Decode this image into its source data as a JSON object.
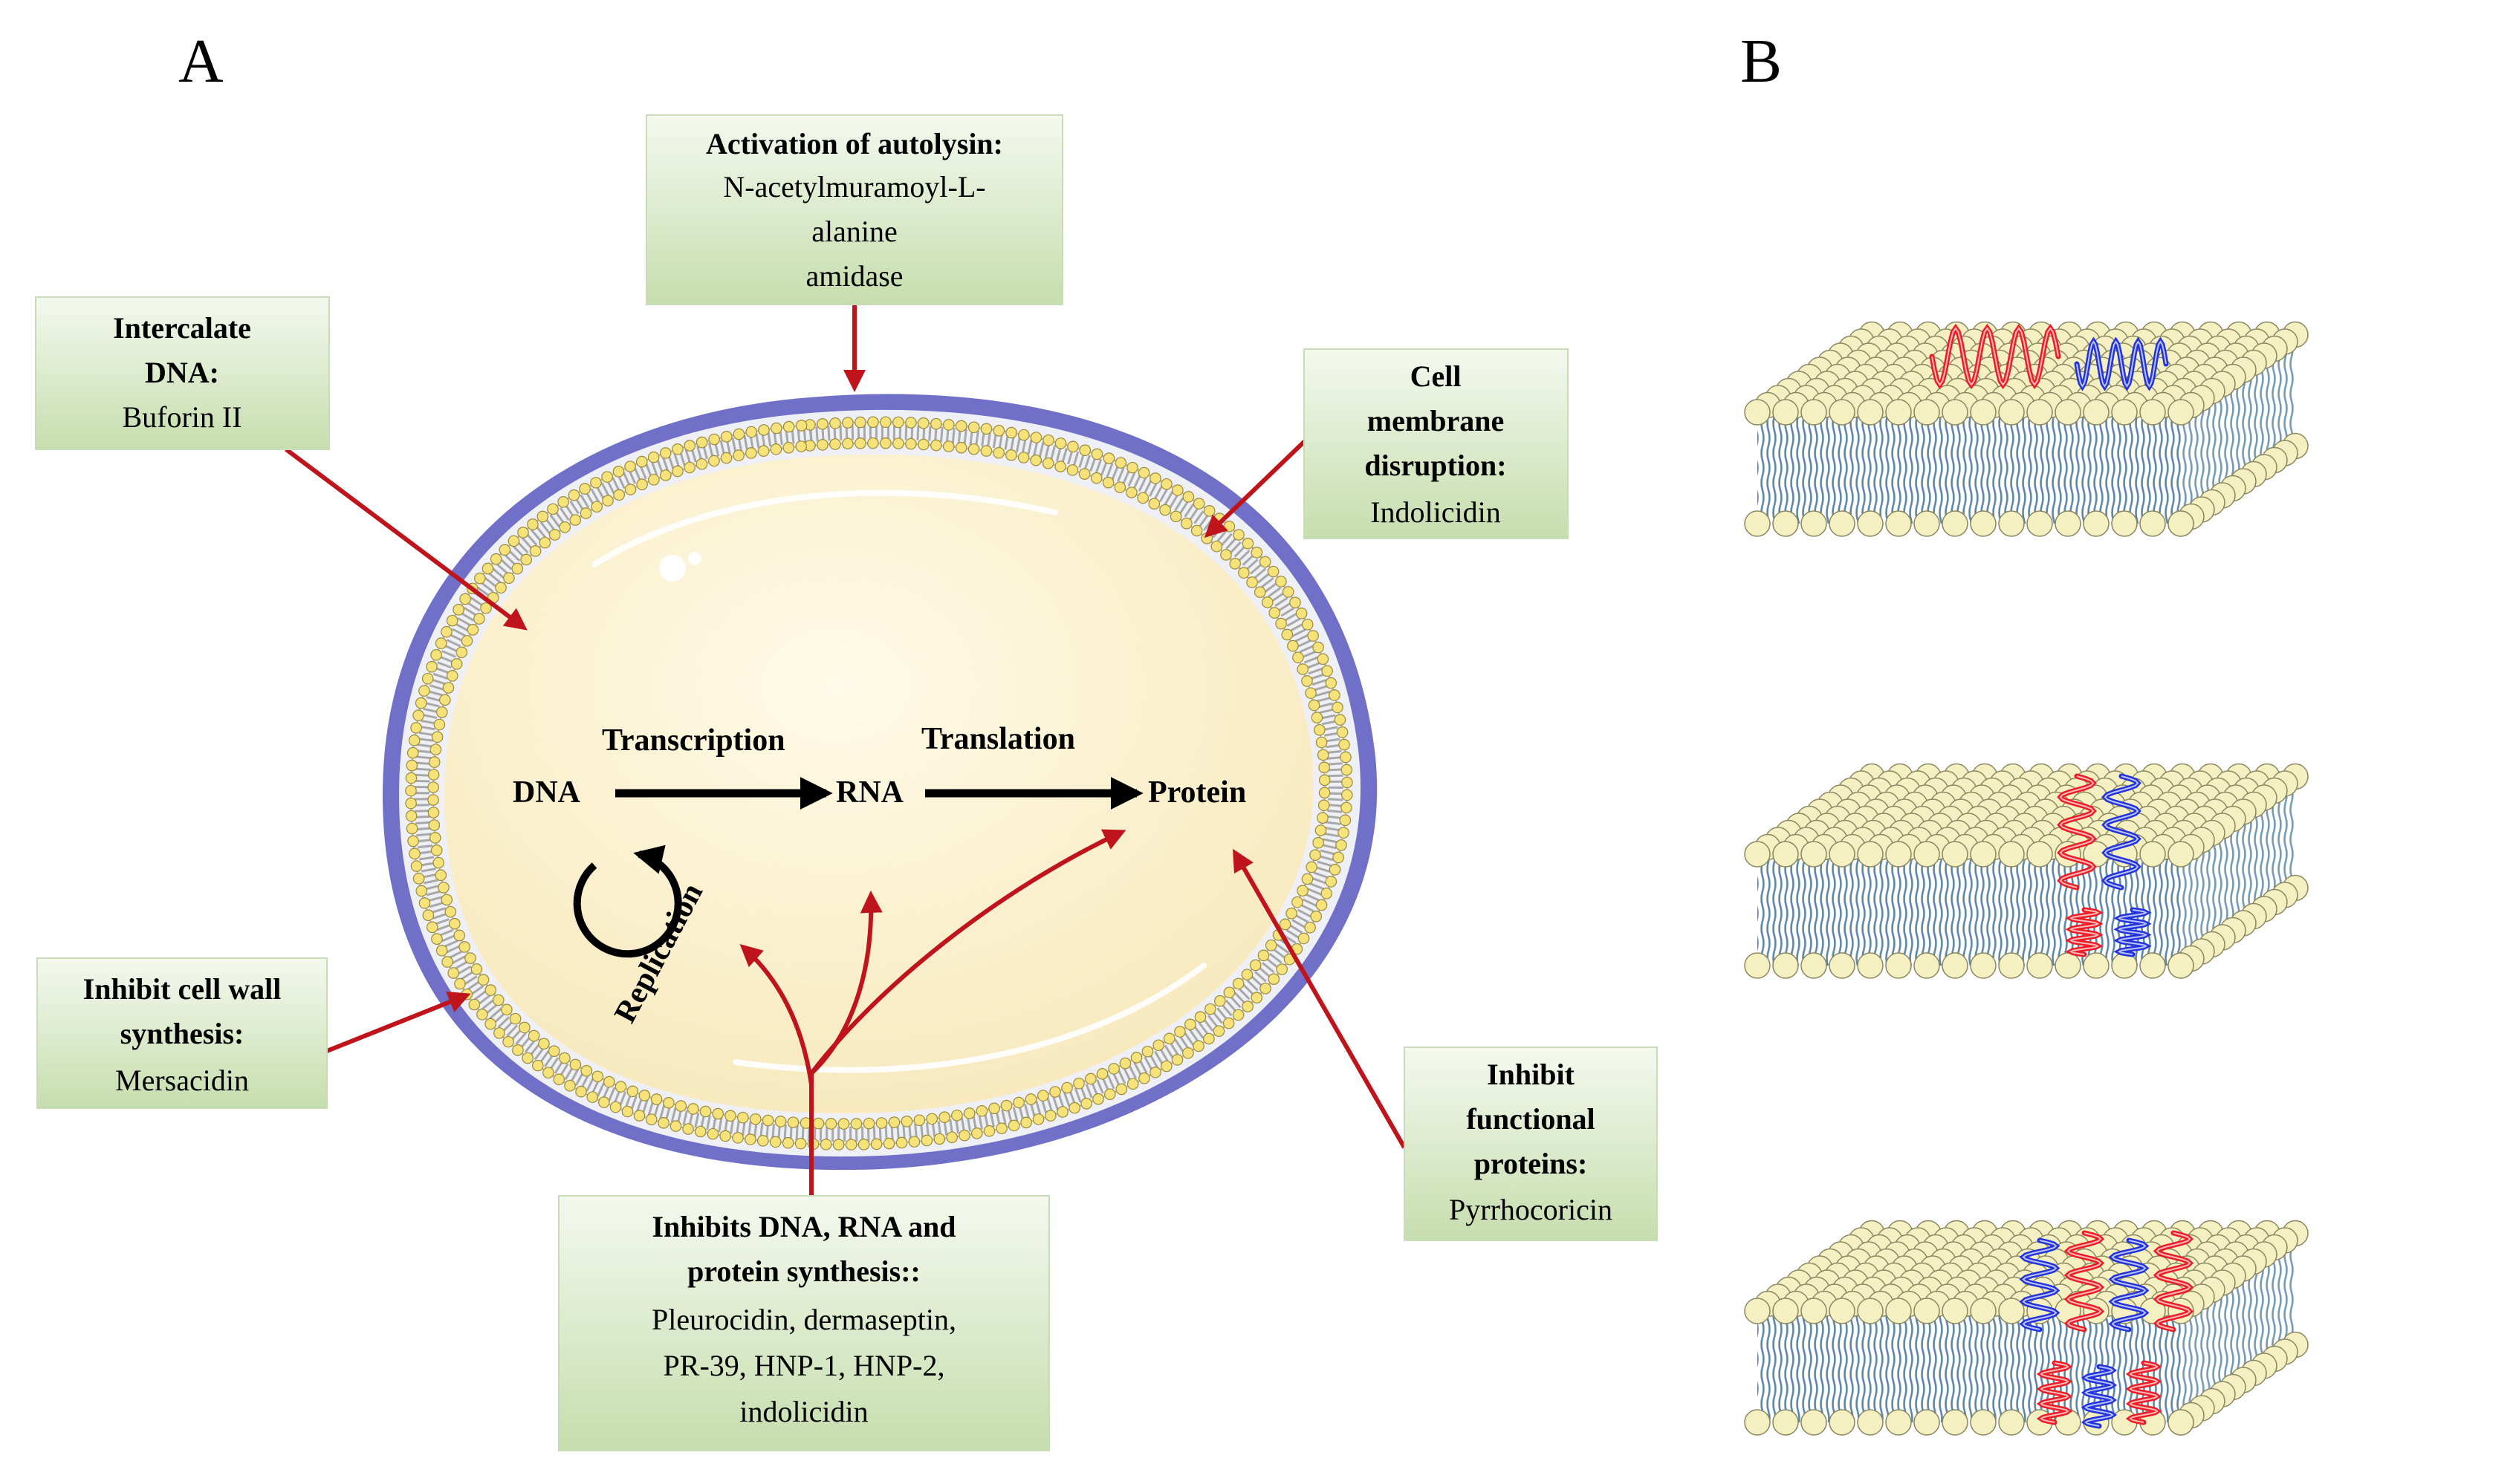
{
  "panels": {
    "a_label": "A",
    "b_label": "B"
  },
  "colors": {
    "membrane": "#7070c8",
    "cytoplasm": "#fbf1cf",
    "lipid_head": "#f6e27a",
    "arrow_red": "#c0141c",
    "box_fill_top": "#f4f8ee",
    "box_fill_bottom": "#c6deae",
    "bilayer_head": "#f4f0c2",
    "bilayer_tail": "#5c88a8",
    "peptide_red": "#ee1c24",
    "peptide_blue": "#2233dd"
  },
  "boxes": {
    "autolysin": {
      "title": "Activation of autolysin:",
      "lines": [
        "N-acetylmuramoyl-L-",
        "alanine",
        "amidase"
      ]
    },
    "intercalate": {
      "title_lines": [
        "Intercalate",
        "DNA:"
      ],
      "body": "Buforin II"
    },
    "membrane": {
      "title_lines": [
        "Cell",
        "membrane",
        "disruption:"
      ],
      "body": "Indolicidin"
    },
    "cellwall": {
      "title_lines": [
        "Inhibit cell wall",
        "synthesis:"
      ],
      "body": "Mersacidin"
    },
    "functional": {
      "title_lines": [
        "Inhibit",
        "functional",
        "proteins:"
      ],
      "body": "Pyrrhocoricin"
    },
    "synthesis": {
      "title_lines": [
        "Inhibits DNA, RNA and",
        "protein synthesis::"
      ],
      "lines": [
        "Pleurocidin,  dermaseptin,",
        "PR-39, HNP-1, HNP-2,",
        "indolicidin"
      ]
    }
  },
  "cell": {
    "dna": "DNA",
    "rna": "RNA",
    "protein": "Protein",
    "transcription": "Transcription",
    "translation": "Translation",
    "replication": "Replication"
  }
}
